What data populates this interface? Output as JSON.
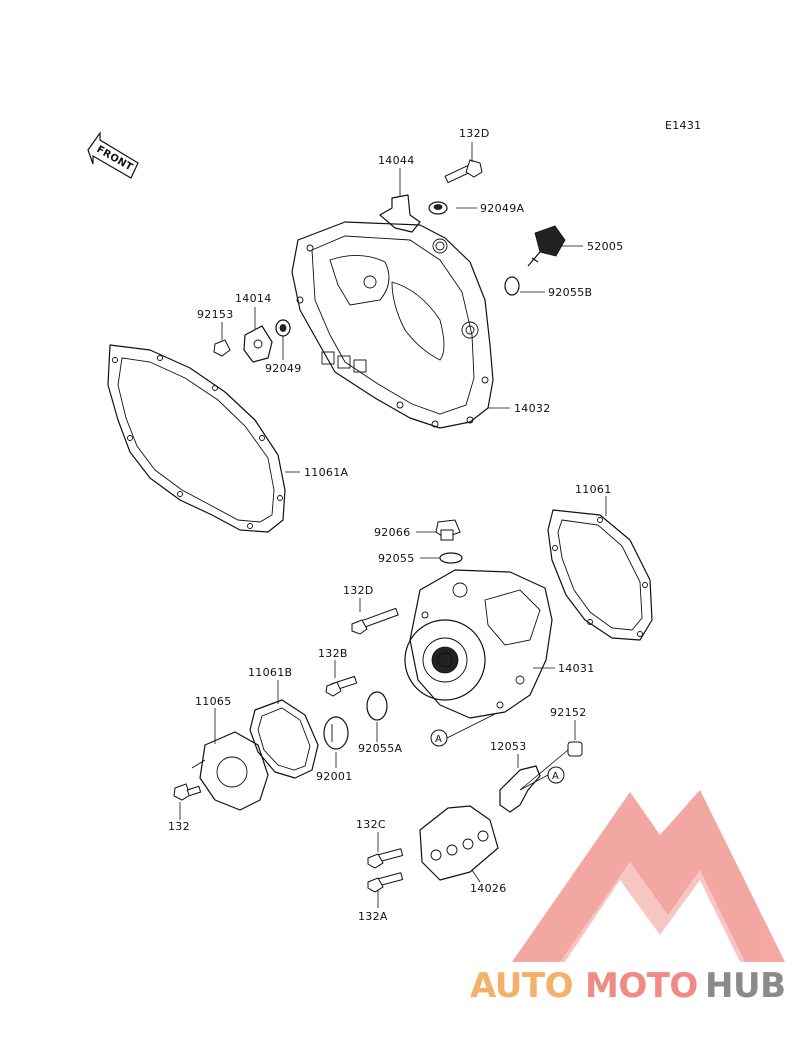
{
  "diagram_code": "E1431",
  "front_arrow_label": "FRONT",
  "callouts": [
    {
      "id": "c-132D-top",
      "text": "132D"
    },
    {
      "id": "c-14044",
      "text": "14044"
    },
    {
      "id": "c-92049A",
      "text": "92049A"
    },
    {
      "id": "c-52005",
      "text": "52005"
    },
    {
      "id": "c-92055B",
      "text": "92055B"
    },
    {
      "id": "c-14014",
      "text": "14014"
    },
    {
      "id": "c-92153",
      "text": "92153"
    },
    {
      "id": "c-92049",
      "text": "92049"
    },
    {
      "id": "c-14032",
      "text": "14032"
    },
    {
      "id": "c-11061A",
      "text": "11061A"
    },
    {
      "id": "c-11061",
      "text": "11061"
    },
    {
      "id": "c-92066",
      "text": "92066"
    },
    {
      "id": "c-92055",
      "text": "92055"
    },
    {
      "id": "c-132D-mid",
      "text": "132D"
    },
    {
      "id": "c-132B",
      "text": "132B"
    },
    {
      "id": "c-14031",
      "text": "14031"
    },
    {
      "id": "c-11061B",
      "text": "11061B"
    },
    {
      "id": "c-11065",
      "text": "11065"
    },
    {
      "id": "c-92055A",
      "text": "92055A"
    },
    {
      "id": "c-92001",
      "text": "92001"
    },
    {
      "id": "c-92152",
      "text": "92152"
    },
    {
      "id": "c-12053",
      "text": "12053"
    },
    {
      "id": "c-132",
      "text": "132"
    },
    {
      "id": "c-132C",
      "text": "132C"
    },
    {
      "id": "c-14026",
      "text": "14026"
    },
    {
      "id": "c-132A",
      "text": "132A"
    }
  ],
  "reference_markers": [
    "A",
    "A"
  ],
  "watermark": {
    "part1": "AUTO",
    "part2": "MOTO",
    "part3": "HUB",
    "colors": {
      "orange": "#f5b06a",
      "salmon": "#f08a84",
      "gray": "#8a8a8a"
    }
  }
}
